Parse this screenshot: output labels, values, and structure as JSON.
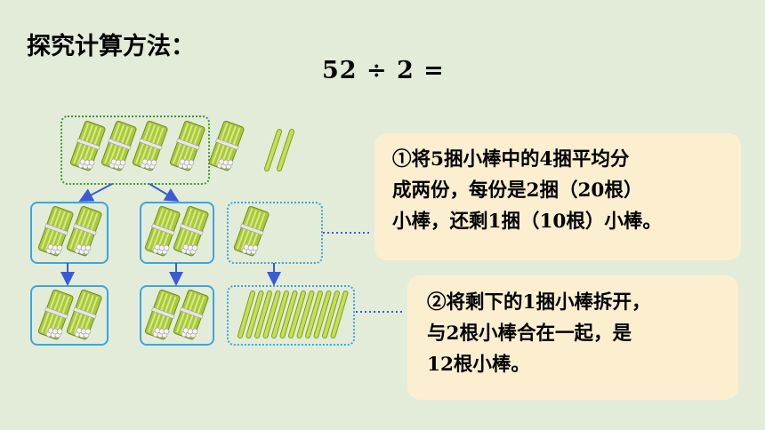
{
  "title": "探究计算方法：",
  "equation": "52 ÷ 2 =",
  "note1": {
    "lines": [
      "①将5捆小棒中的4捆平均分",
      "成两份，每份是2捆（20根）",
      "小棒，还剩1捆（10根）小棒。"
    ]
  },
  "note2": {
    "lines": [
      "②将剩下的1捆小棒拆开，",
      "与2根小棒合在一起，是",
      "12根小棒。"
    ]
  },
  "colors": {
    "background": "#e3ecd8",
    "stick": "#b5d23a",
    "stick_dark": "#7ea01f",
    "arrow": "#3b5bd6",
    "green_border": "#3a9b3a",
    "blue_border": "#3aa6e0",
    "note_bg": "#fbefd0"
  }
}
